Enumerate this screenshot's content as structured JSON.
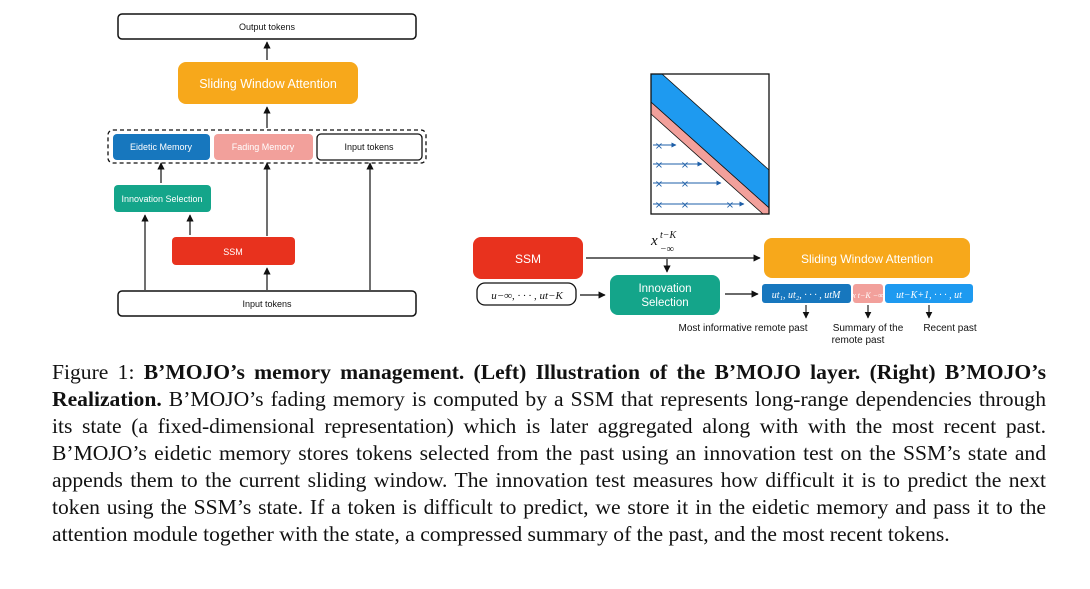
{
  "left": {
    "output_tokens": "Output tokens",
    "sliding_window_attention": "Sliding Window Attention",
    "eidetic_memory": "Eidetic Memory",
    "fading_memory": "Fading Memory",
    "input_tokens_top": "Input tokens",
    "innovation_selection": "Innovation Selection",
    "ssm": "SSM",
    "input_tokens": "Input tokens"
  },
  "right": {
    "ssm": "SSM",
    "state_base": "x",
    "state_sup": "t−K",
    "state_sub": "−∞",
    "sequence_input": "u−∞, · · · , ut−K",
    "innovation_line1": "Innovation",
    "innovation_line2": "Selection",
    "sliding_window_attention": "Sliding Window Attention",
    "token_seg1": "ut₁, ut₂, · · · , utM",
    "token_seg2": "x t−K −∞",
    "token_seg3": "ut−K+1, · · · , ut",
    "label_remote": "Most informative remote past",
    "label_summary_line1": "Summary of the",
    "label_summary_line2": "remote past",
    "label_recent": "Recent past"
  },
  "caption": {
    "prefix": "Figure 1: ",
    "bold": "B’MOJO’s memory management. (Left) Illustration of the B’MOJO layer. (Right) B’MOJO’s Realization.",
    "body": " B’MOJO’s fading memory is computed by a SSM that represents long-range dependencies through its state (a fixed-dimensional representation) which is later aggregated along with with the most recent past. B’MOJO’s eidetic memory stores tokens selected from the past using an innovation test on the SSM’s state and appends them to the current sliding window. The innovation test measures how difficult it is to predict the next token using the SSM’s state. If a token is difficult to predict, we store it in the eidetic memory and pass it to the attention module together with the state, a compressed summary of the past, and the most recent tokens."
  },
  "colors": {
    "orange": "#F7A81B",
    "blue": "#1777BE",
    "pink": "#F2A09B",
    "teal": "#14A58A",
    "red": "#E8321E",
    "light_blue": "#1E9AF0"
  }
}
